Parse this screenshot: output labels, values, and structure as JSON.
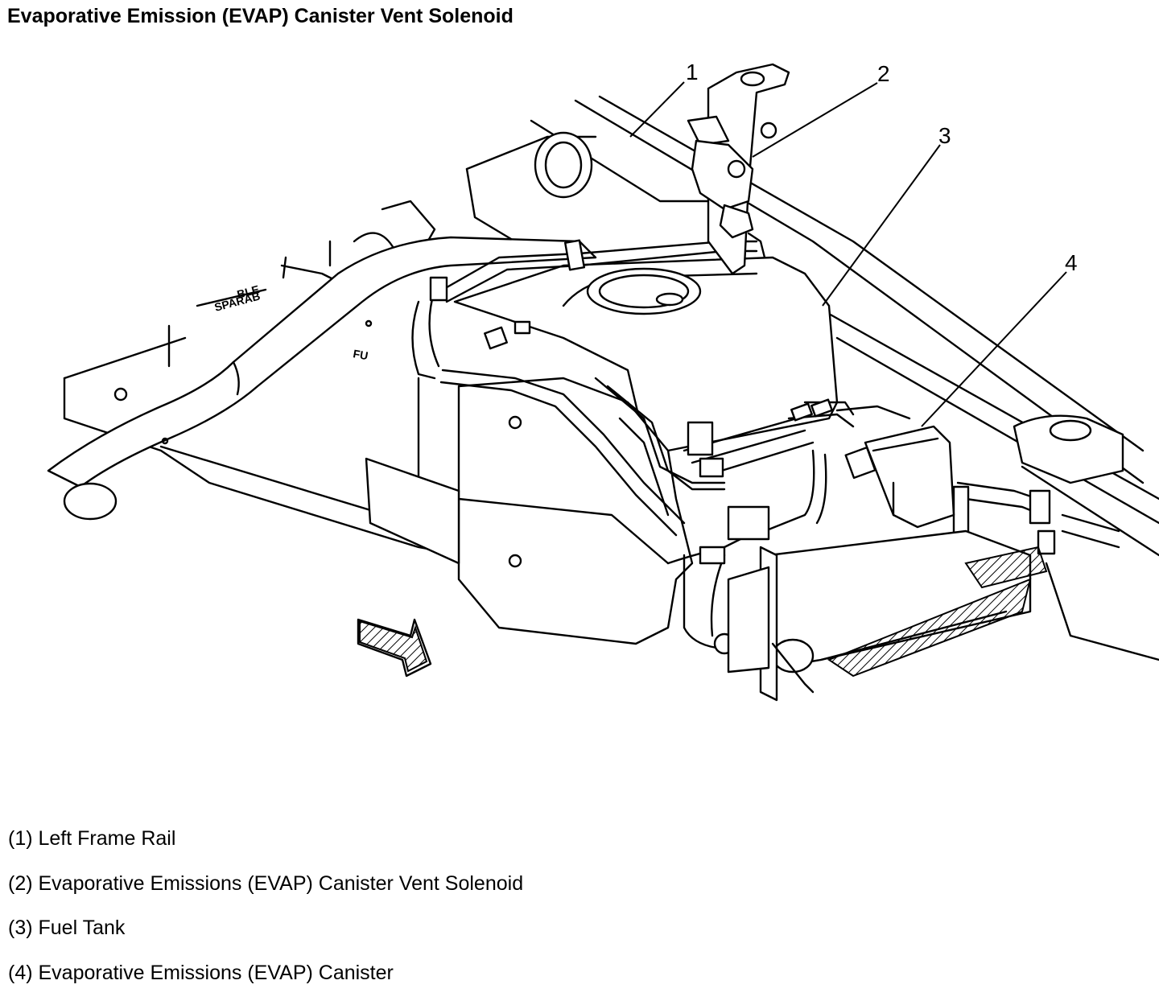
{
  "title": "Evaporative Emission (EVAP) Canister Vent Solenoid",
  "callouts": [
    "1",
    "2",
    "3",
    "4"
  ],
  "legend": [
    "(1) Left Frame Rail",
    "(2) Evaporative Emissions (EVAP) Canister Vent Solenoid",
    "(3) Fuel Tank",
    "(4) Evaporative Emissions (EVAP) Canister"
  ],
  "tank_markings": [
    "BLE",
    "SPARAB",
    "FU"
  ],
  "direction_arrow": "forward-arrow"
}
